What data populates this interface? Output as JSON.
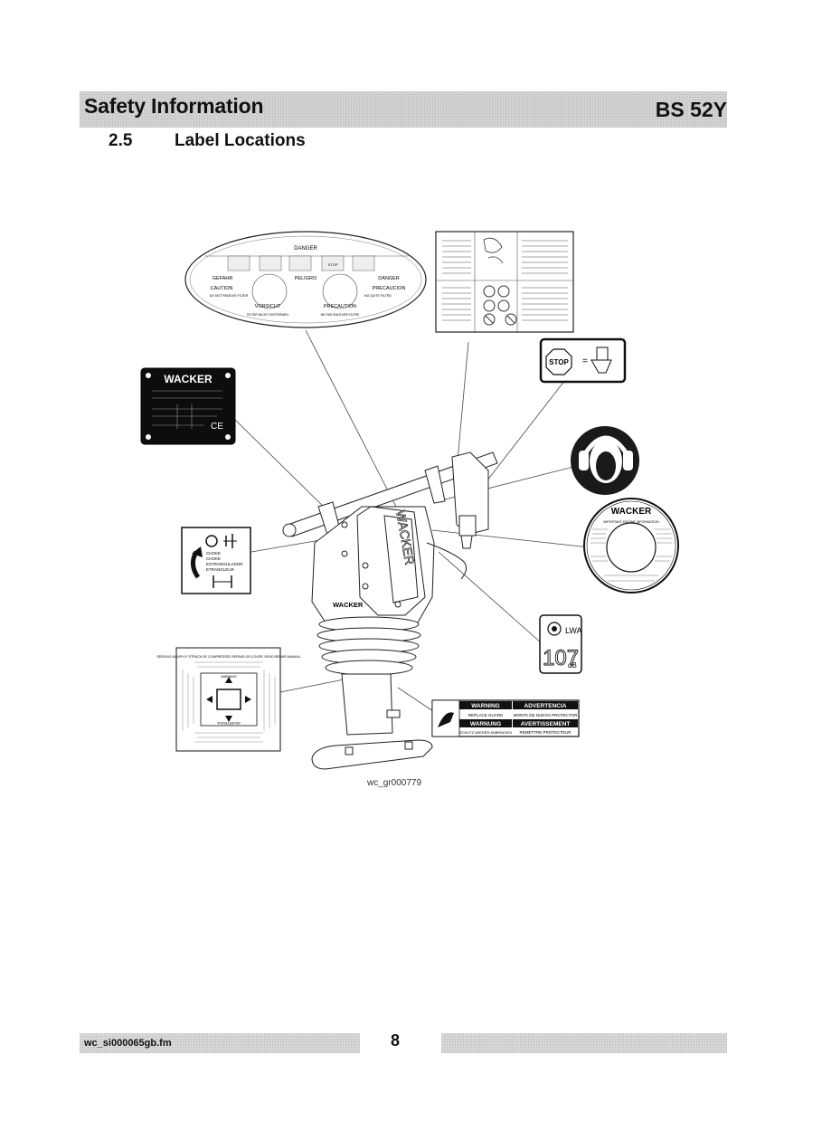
{
  "header": {
    "section": "Safety Information",
    "model": "BS 52Y"
  },
  "subsection": {
    "number": "2.5",
    "title": "Label Locations"
  },
  "figure": {
    "id": "wc_gr000779",
    "danger_oval": {
      "danger": "DANGER",
      "gefahr": "GEFAHR",
      "peligro": "PELIGRO",
      "danger2": "DANGER",
      "caution": "CAUTION",
      "precaucion": "PRECAUCION",
      "do_not_remove": "DO NOT REMOVE FILTER",
      "no_quite": "NO QUITE FILTRO",
      "vorsicht": "VORSICHT",
      "precaution": "PRECAUTION",
      "filter_nicht": "FILTER NICHT ENTFERNEN",
      "ne_pas": "NE PAS ENLEVER FILTRE",
      "stop": "STOP"
    },
    "nameplate": {
      "brand": "WACKER",
      "ce": "CE"
    },
    "stop_label": "STOP",
    "machine_brand_side": "WACKER",
    "machine_brand_handle": "WACKER",
    "choke_label": [
      "CHOKE",
      "CHOKE",
      "ESTRANGULADOR",
      "ETRANGLEUR"
    ],
    "engine_label": {
      "brand": "WACKER",
      "heading": "IMPORTANT ENGINE INFORMATION"
    },
    "sound_label": {
      "lwa": "LWA",
      "value": "107",
      "unit": "dB"
    },
    "warning_label": {
      "warning": "WARNING",
      "advertencia": "ADVERTENCIA",
      "replace_guard": "REPLACE GUARD",
      "monte": "MONTE DE NUEVO PROTECTOR",
      "warnung": "WARNUNG",
      "avertissement": "AVERTISSEMENT",
      "schutz": "SCHUTZ WIEDER ANBRINGEN",
      "remettre": "REMETTRE PROTECTEUR"
    },
    "spring_label": {
      "top": "SERIOUS INJURY IF STRUCK BY COMPRESSED SPRING OR COVER. READ REPAIR MANUAL",
      "warning": "WARNING",
      "advertencia": "ADVERTENCIA"
    }
  },
  "footer": {
    "file": "wc_si000065gb.fm",
    "page": "8"
  }
}
